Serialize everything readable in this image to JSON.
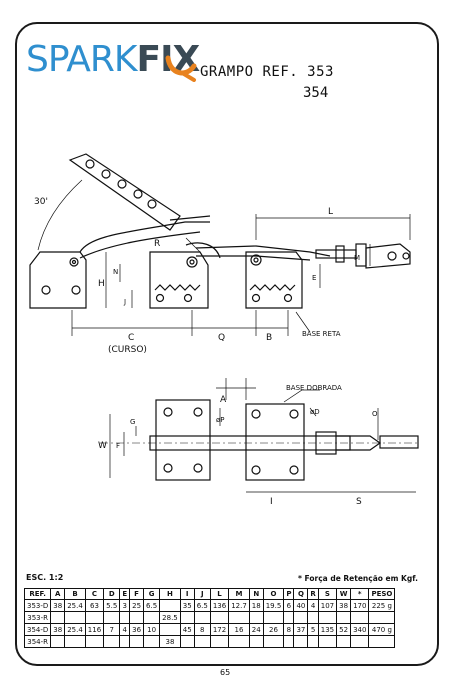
{
  "brand": {
    "part1": "SPARK",
    "part2": "FIX"
  },
  "header": {
    "title": "GRAMPO REF.  353",
    "ref2": "354"
  },
  "labels": {
    "angle": "30'",
    "L": "L",
    "R": "R",
    "H": "H",
    "N": "N",
    "M": "M",
    "J": "J",
    "E": "E",
    "C": "C",
    "curso": "(CURSO)",
    "Q": "Q",
    "B": "B",
    "base_reta": "BASE RETA",
    "A": "A",
    "base_dobrada": "BASE DOBRADA",
    "P": "øP",
    "D": "øD",
    "O": "O",
    "W": "W",
    "F": "F",
    "G": "G",
    "I": "I",
    "S": "S"
  },
  "scale": "ESC. 1:2",
  "force_note": "* Força de Retenção em Kgf.",
  "table": {
    "headers": [
      "REF.",
      "A",
      "B",
      "C",
      "D",
      "E",
      "F",
      "G",
      "H",
      "I",
      "J",
      "L",
      "M",
      "N",
      "O",
      "P",
      "Q",
      "R",
      "S",
      "W",
      "*",
      "PESO"
    ],
    "rows": [
      [
        "353-D",
        "38",
        "25.4",
        "63",
        "5.5",
        "3",
        "25",
        "6.5",
        "",
        "35",
        "6.5",
        "136",
        "12.7",
        "18",
        "19.5",
        "6",
        "40",
        "4",
        "107",
        "38",
        "170",
        "225 g"
      ],
      [
        "353-R",
        "",
        "",
        "",
        "",
        "",
        "",
        "",
        "28.5",
        "",
        "",
        "",
        "",
        "",
        "",
        "",
        "",
        "",
        "",
        "",
        "",
        ""
      ],
      [
        "354-D",
        "38",
        "25.4",
        "116",
        "7",
        "4",
        "36",
        "10",
        "",
        "45",
        "8",
        "172",
        "16",
        "24",
        "26",
        "8",
        "37",
        "5",
        "135",
        "52",
        "340",
        "470 g"
      ],
      [
        "354-R",
        "",
        "",
        "",
        "",
        "",
        "",
        "",
        "38",
        "",
        "",
        "",
        "",
        "",
        "",
        "",
        "",
        "",
        "",
        "",
        "",
        ""
      ]
    ]
  },
  "page_number": "65"
}
